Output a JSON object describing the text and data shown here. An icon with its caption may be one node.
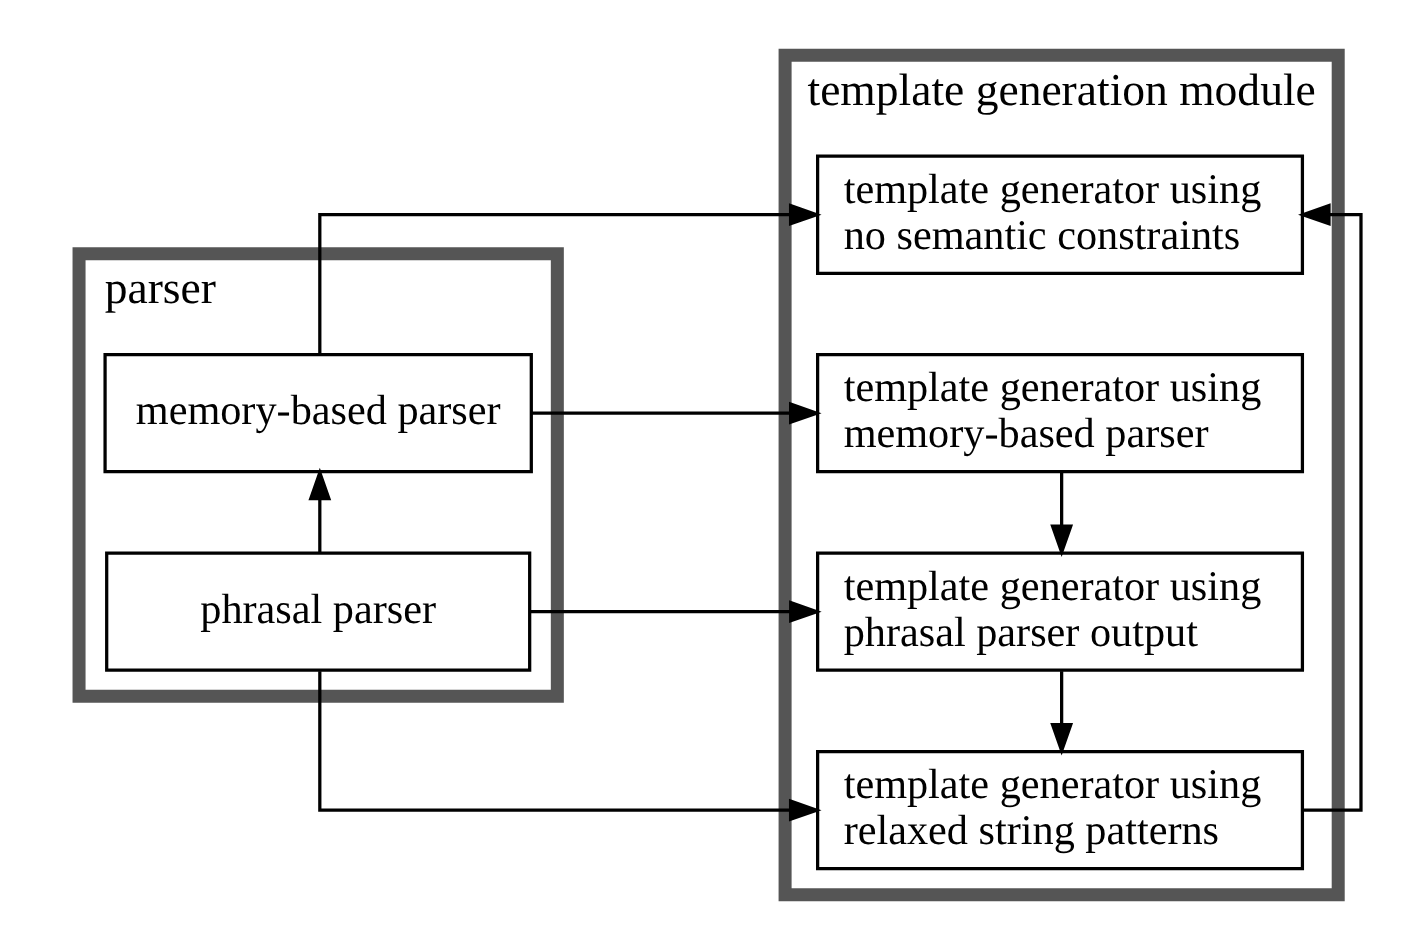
{
  "diagram": {
    "nodes": [
      {
        "text": [
          "parser"
        ]
      },
      {
        "text": [
          "phrasal parser"
        ],
        "in": 0
      },
      {
        "text": [
          "memory-based parser"
        ],
        "in": 0
      },
      {
        "text": [
          "template generation module"
        ]
      },
      {
        "text": [
          "template generator using memory-based parser"
        ],
        "in": 3
      },
      {
        "text": [
          "template generator using phrasal parser output"
        ],
        "in": 3
      },
      {
        "text": [
          "template generator using relaxed string patterns"
        ],
        "in": 3
      },
      {
        "text": [
          "template generator using no semantic constraints"
        ],
        "in": 3
      }
    ],
    "edges": [
      {
        "from": 1,
        "to": 2,
        "arrow": "to"
      },
      {
        "from": 1,
        "to": 5,
        "arrow": "to"
      },
      {
        "from": 1,
        "to": 6,
        "arrow": "to"
      },
      {
        "from": 2,
        "to": 4,
        "arrow": "to"
      },
      {
        "from": 2,
        "to": 7,
        "arrow": "to"
      },
      {
        "from": 4,
        "to": 5,
        "arrow": "to"
      },
      {
        "from": 5,
        "to": 6,
        "arrow": "to"
      },
      {
        "from": 6,
        "to": 7,
        "arrow": "to"
      }
    ]
  }
}
